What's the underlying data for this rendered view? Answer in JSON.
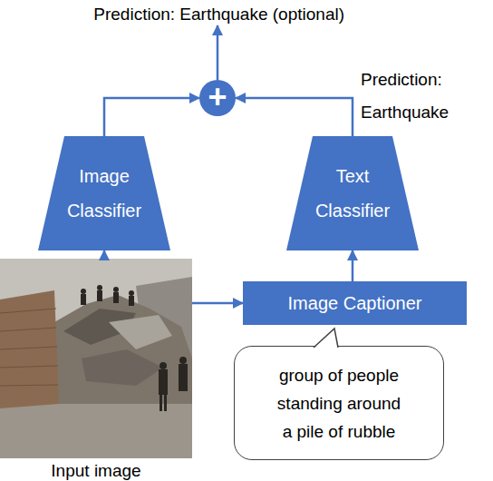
{
  "diagram": {
    "nodes": [
      {
        "text": [
          "+"
        ]
      },
      {
        "text": [
          "Image Classifier"
        ]
      },
      {
        "text": [
          "Text Classifier"
        ]
      },
      {
        "text": [
          "Input image"
        ]
      },
      {
        "text": [
          "Image Captioner"
        ]
      },
      {
        "text": [
          "group of people standing around a pile of rubble"
        ]
      }
    ],
    "edges": [
      {
        "from": 3,
        "to": 1,
        "arrow": "to"
      },
      {
        "from": 3,
        "to": 4,
        "arrow": "to"
      },
      {
        "from": 4,
        "to": 2,
        "arrow": "to"
      },
      {
        "from": 1,
        "to": 0,
        "arrow": "to"
      },
      {
        "from": 2,
        "to": 0,
        "arrow": "to",
        "label": "Prediction: Earthquake"
      }
    ],
    "labels": [
      "Prediction: Earthquake (optional)"
    ]
  }
}
